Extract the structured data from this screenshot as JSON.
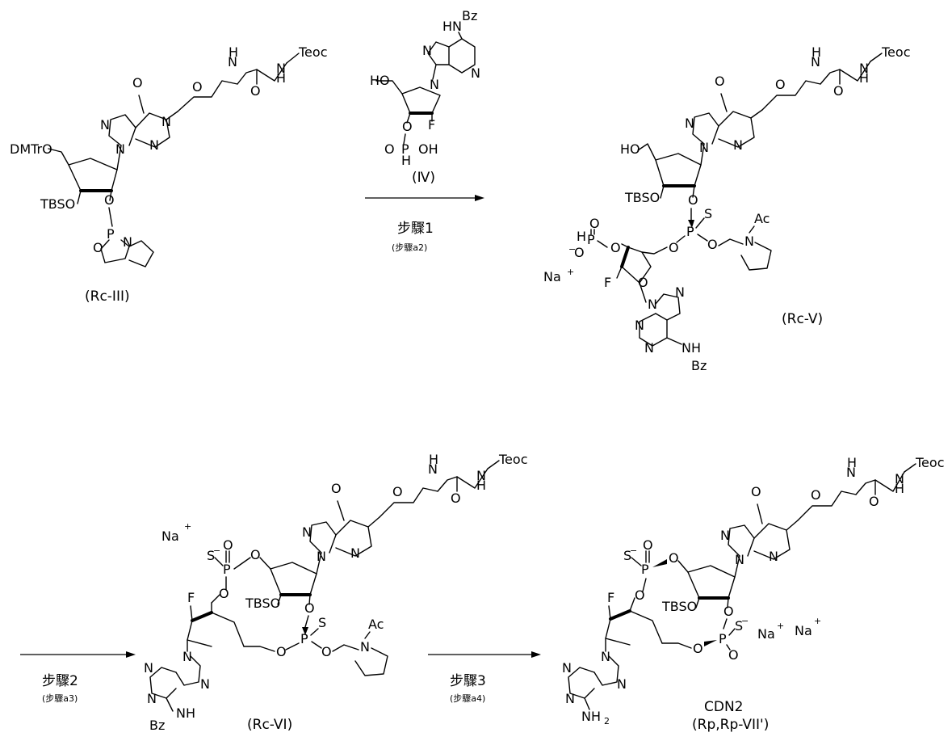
{
  "reaction": {
    "compound_III": {
      "name": "(Rc-III)",
      "dmtro": "DMTrO",
      "tbso": "TBSO",
      "teoc": "Teoc",
      "nh": "H",
      "n": "N",
      "o": "O",
      "p": "P"
    },
    "reagent_IV": {
      "name": "(Ⅳ)",
      "nhbz_h": "HN",
      "bz": "Bz",
      "ho": "HO",
      "f": "F",
      "oh": "OH",
      "o": "O",
      "p": "P",
      "h": "H"
    },
    "step1": {
      "label": "步驟1",
      "sub": "(步驟a2)"
    },
    "compound_V": {
      "name": "(Rc-V)",
      "ho": "HO",
      "tbso": "TBSO",
      "teoc": "Teoc",
      "ac": "Ac",
      "na": "Na",
      "plus": "+",
      "f": "F",
      "s": "S",
      "nhbz": "NH",
      "bz": "Bz"
    },
    "step2": {
      "label": "步驟2",
      "sub": "(步驟a3)"
    },
    "compound_VI": {
      "name": "(Rc-VI)",
      "na": "Na",
      "plus": "+",
      "tbso": "TBSO",
      "teoc": "Teoc",
      "ac": "Ac",
      "f": "F",
      "s": "S",
      "bznh": "Bz",
      "nh": "NH"
    },
    "step3": {
      "label": "步驟3",
      "sub": "(步驟a4)"
    },
    "compound_VII": {
      "name": "(Rp,Rp-VII')",
      "title": "CDN2",
      "tbso": "TBSO",
      "teoc": "Teoc",
      "na1": "Na",
      "na2": "Na",
      "plus": "+",
      "nh2": "NH",
      "sub2": "2",
      "f": "F",
      "s": "S"
    }
  }
}
